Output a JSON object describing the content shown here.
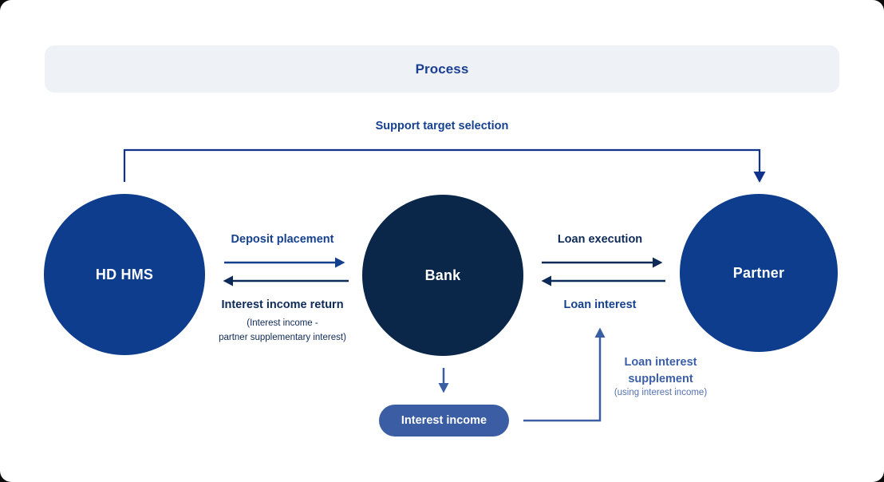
{
  "header": {
    "title": "Process",
    "background": "#eef1f6",
    "text_color": "#1a3f92"
  },
  "colors": {
    "node_primary_blue": "#0d3d8c",
    "node_dark_navy": "#0a2649",
    "arrow_primary_blue": "#143f8e",
    "arrow_dark_navy": "#0e2a56",
    "arrow_slate_blue": "#3a5da3",
    "top_connector_blue": "#10328a",
    "label_primary_blue": "#16418f",
    "label_dark_navy": "#0e2a56",
    "label_slate_blue": "#3a5fa8",
    "note_light_blue": "#5471ae",
    "pill_background": "#3a5da3"
  },
  "diagram": {
    "top_flow": {
      "label": "Support target selection"
    },
    "nodes": {
      "hd_hms": {
        "label": "HD HMS"
      },
      "bank": {
        "label": "Bank"
      },
      "partner": {
        "label": "Partner"
      }
    },
    "edges": {
      "deposit_placement": {
        "label": "Deposit placement"
      },
      "interest_income_return": {
        "label": "Interest income return",
        "note_lines": [
          "(Interest income -",
          "partner supplementary interest)"
        ]
      },
      "loan_execution": {
        "label": "Loan execution"
      },
      "loan_interest": {
        "label": "Loan interest"
      },
      "loan_interest_supplement": {
        "label": "Loan interest supplement",
        "note": "(using interest income)"
      }
    },
    "interest_income_pill": {
      "label": "Interest income"
    }
  }
}
